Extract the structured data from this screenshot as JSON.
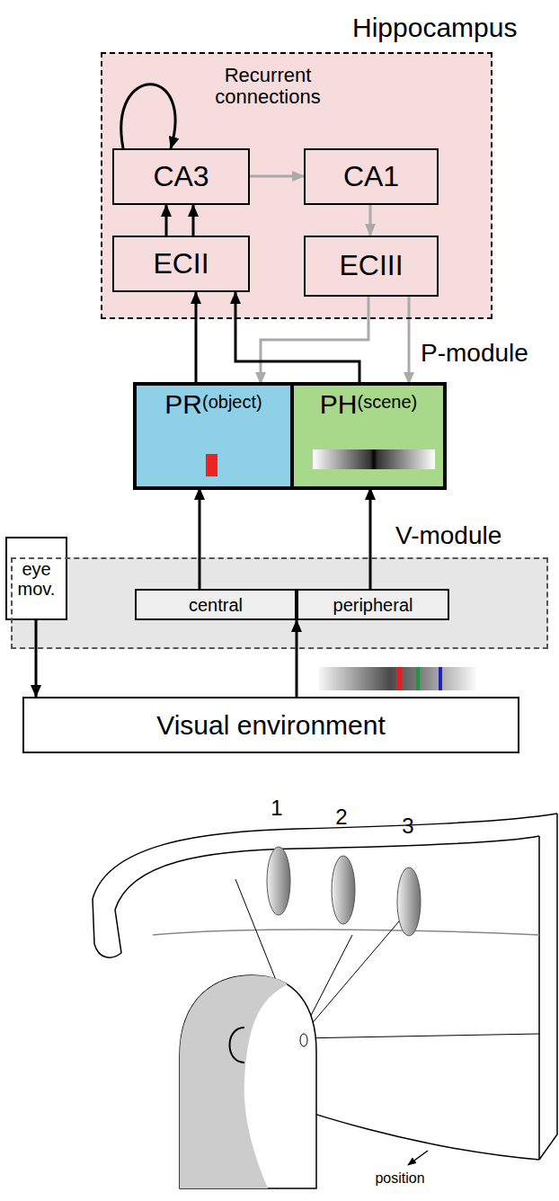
{
  "diagram": {
    "nodes": [
      {
        "text": [
          "Hippocampus"
        ]
      },
      {
        "text": [
          "CA3"
        ],
        "in": 0
      },
      {
        "text": [
          "CA1"
        ],
        "in": 0
      },
      {
        "text": [
          "ECII"
        ],
        "in": 0
      },
      {
        "text": [
          "ECIII"
        ],
        "in": 0
      },
      {
        "text": [
          "P-module"
        ]
      },
      {
        "text": [
          "PR",
          "(object)"
        ],
        "in": 5
      },
      {
        "text": [
          "PH",
          "(scene)"
        ],
        "in": 5
      },
      {
        "text": [
          "eye mov."
        ]
      },
      {
        "text": [
          "V-module"
        ]
      },
      {
        "text": [
          "central"
        ],
        "in": 9
      },
      {
        "text": [
          "peripheral"
        ],
        "in": 9
      },
      {
        "text": [
          "Visual environment"
        ]
      }
    ],
    "edges": [
      {
        "from": 3,
        "to": 1,
        "arrow": "to"
      },
      {
        "from": 3,
        "to": 1,
        "arrow": "to"
      },
      {
        "from": 1,
        "to": 1,
        "arrow": "to"
      },
      {
        "from": 1,
        "to": 2,
        "arrow": "to"
      },
      {
        "from": 2,
        "to": 4,
        "arrow": "to"
      },
      {
        "from": 4,
        "to": 6,
        "arrow": "to"
      },
      {
        "from": 4,
        "to": 7,
        "arrow": "to"
      },
      {
        "from": 6,
        "to": 3,
        "arrow": "to"
      },
      {
        "from": 7,
        "to": 3,
        "arrow": "to"
      },
      {
        "from": 10,
        "to": 6,
        "arrow": "to"
      },
      {
        "from": 11,
        "to": 7,
        "arrow": "to"
      },
      {
        "from": 12,
        "to": 10,
        "arrow": "to"
      },
      {
        "from": 8,
        "to": 12,
        "arrow": "to"
      }
    ],
    "labels": [
      "Recurrent connections",
      "1",
      "2",
      "3",
      "position"
    ]
  }
}
